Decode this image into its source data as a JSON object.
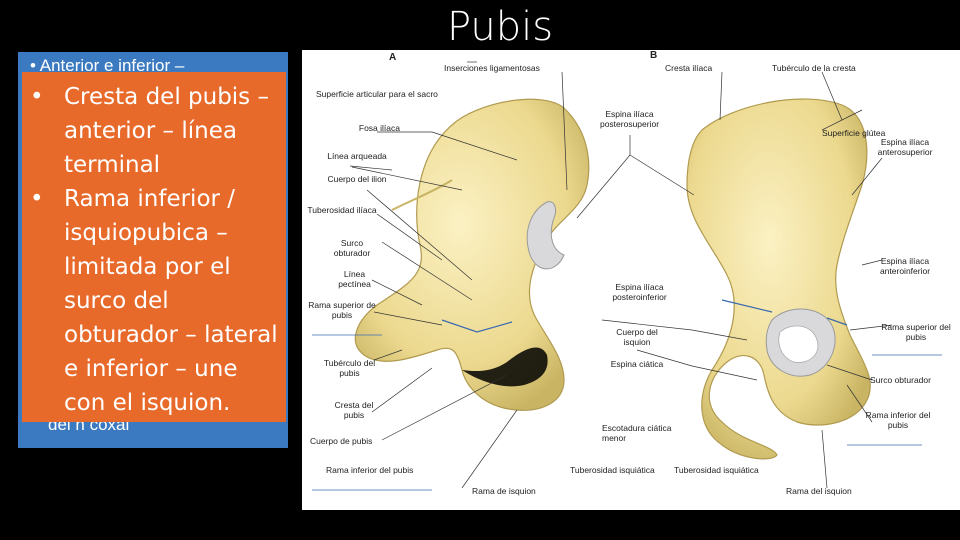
{
  "slide": {
    "title": "Pubis",
    "blue_panel": {
      "top_text": "• Anterior e inferior –",
      "bottom_text": "del h coxal"
    },
    "bullets": [
      "Cresta del pubis – anterior – línea terminal",
      "Rama inferior / isquiopubica – limitada por el surco del obturador – lateral e inferior – une con el isquion."
    ]
  },
  "figure": {
    "panel_a": "A",
    "panel_b": "B",
    "labels_a": {
      "inserciones": "Inserciones ligamentosas",
      "superficie_articular": "Superficie articular para el sacro",
      "fosa_iliaca": "Fosa ilíaca",
      "linea_arqueada": "Línea arqueada",
      "cuerpo_ilion": "Cuerpo del ilion",
      "tuberosidad_iliaca": "Tuberosidad ilíaca",
      "surco_obturador": "Surco obturador",
      "linea_pectinea": "Línea pectínea",
      "rama_superior": "Rama superior de pubis",
      "tuberculo": "Tubérculo del pubis",
      "cresta_pubis": "Cresta del pubis",
      "cuerpo_pubis": "Cuerpo de pubis",
      "rama_inferior": "Rama inferior del pubis",
      "rama_isquion": "Rama de isquion"
    },
    "labels_center": {
      "espina_post_sup": "Espina ilíaca posterosuperior",
      "espina_post_inf": "Espina ilíaca posteroinferior",
      "cuerpo_isquion": "Cuerpo del isquion",
      "espina_ciatica": "Espina ciática",
      "escotadura": "Escotadura ciática menor",
      "tuberosidad_isq_a": "Tuberosidad isquiática",
      "tuberosidad_isq_b": "Tuberosidad isquiática"
    },
    "labels_b": {
      "cresta_iliaca": "Cresta ilíaca",
      "tuberculo_cresta": "Tubérculo de la cresta",
      "superficie_glutea": "Superficie glútea",
      "espina_ant_sup": "Espina ilíaca anterosuperior",
      "espina_ant_inf": "Espina ilíaca anteroinferior",
      "rama_superior": "Rama superior del pubis",
      "surco_obturador": "Surco obturador",
      "rama_inferior": "Rama inferior del pubis",
      "rama_isquion": "Rama del isquion"
    },
    "colors": {
      "bone": "#efe1a0",
      "bone_shade": "#c9b463",
      "cartilage": "#d9d9dc",
      "leader": "#333333",
      "suture": "#3a6bb0"
    }
  }
}
